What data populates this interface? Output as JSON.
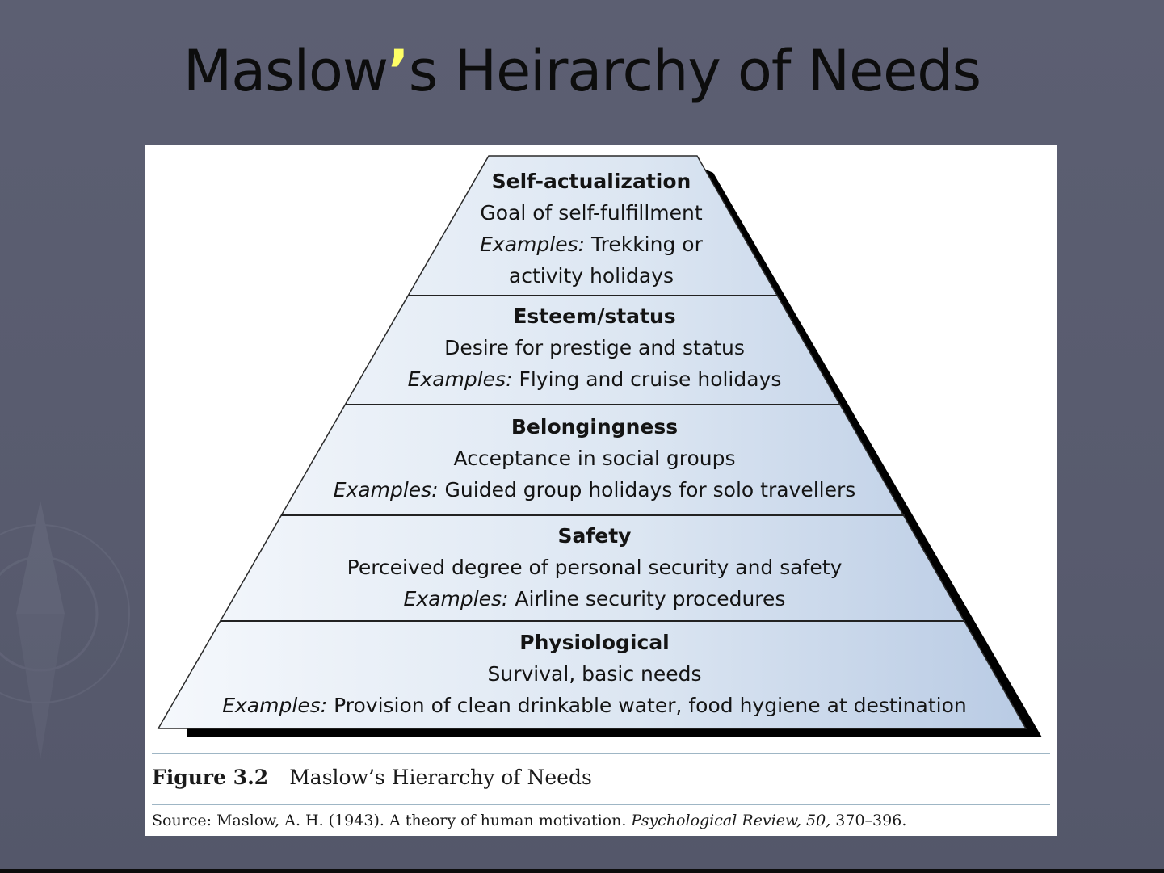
{
  "title": {
    "before": "Maslow",
    "apostrophe": "’",
    "after": "s Heirarchy of Needs"
  },
  "levels": [
    {
      "name": "Self-actualization",
      "description": "Goal of self-fulfillment",
      "examples_prefix": "Examples:",
      "examples_text": " Trekking or",
      "continuation": "activity holidays"
    },
    {
      "name": "Esteem/status",
      "description": "Desire for prestige and status",
      "examples_prefix": "Examples:",
      "examples_text": " Flying and cruise holidays"
    },
    {
      "name": "Belongingness",
      "description": "Acceptance in social groups",
      "examples_prefix": "Examples:",
      "examples_text": " Guided group holidays for solo travellers"
    },
    {
      "name": "Safety",
      "description": "Perceived degree of personal security and safety",
      "examples_prefix": "Examples:",
      "examples_text": " Airline security procedures"
    },
    {
      "name": "Physiological",
      "description": "Survival, basic needs",
      "examples_prefix": "Examples:",
      "examples_text": " Provision of clean drinkable water, food hygiene at destination"
    }
  ],
  "caption": {
    "figure_number": "Figure 3.2",
    "figure_title": "Maslow’s Hierarchy of Needs"
  },
  "source": {
    "prefix": "Source: Maslow, A. H. (1943). A theory of human motivation. ",
    "journal": "Psychological Review, 50,",
    "pages": " 370–396."
  },
  "colors": {
    "slide_background": "#5a5d70",
    "title_text": "#0d0d0d",
    "title_accent": "#ffff66",
    "pyramid_fill_light": "#f4f7fb",
    "pyramid_fill_dark": "#bccee6",
    "pyramid_shadow": "#000000",
    "caption_rule": "#9fb6c5"
  }
}
